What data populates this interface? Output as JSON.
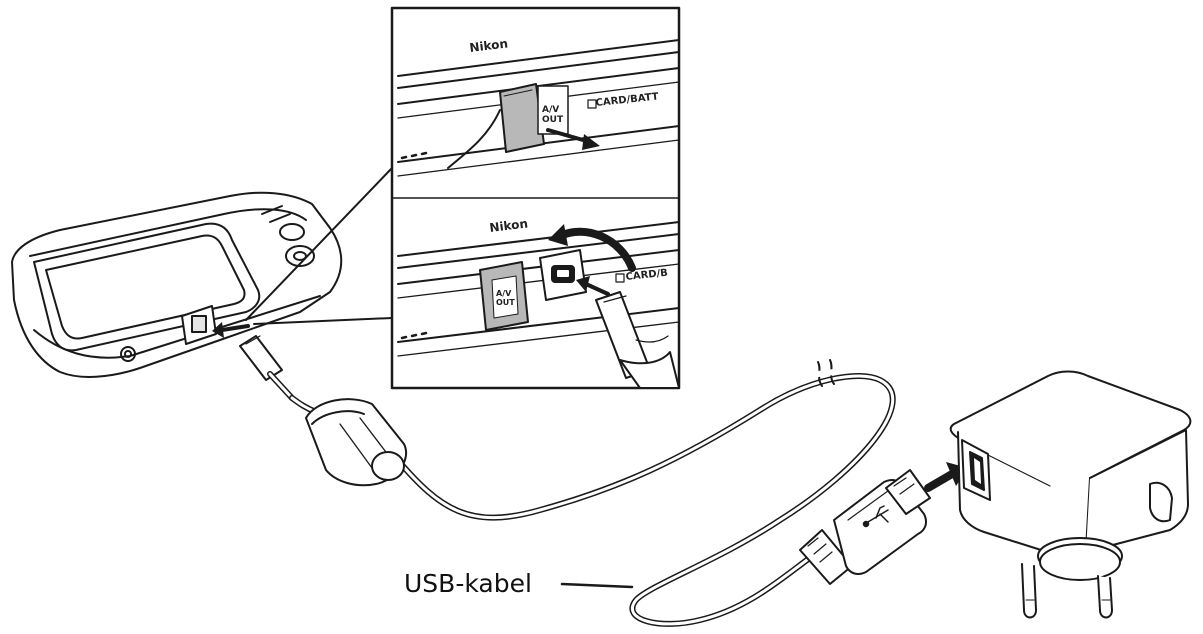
{
  "labels": {
    "usb_cable": "USB-kabel",
    "brand": "Nikon",
    "av_out": "A/V\nOUT",
    "card_batt": "CARD/BATT",
    "card_batt_cropped": "CARD/B"
  },
  "icons": {
    "camera": "camera-icon",
    "ac_adapter": "ac-adapter-icon",
    "usb_plug": "usb-plug-icon",
    "ferrite_core": "ferrite-core-icon"
  },
  "colors": {
    "line": "#1a1a1a",
    "cover_gray": "#b8b8b8",
    "background": "#ffffff"
  }
}
